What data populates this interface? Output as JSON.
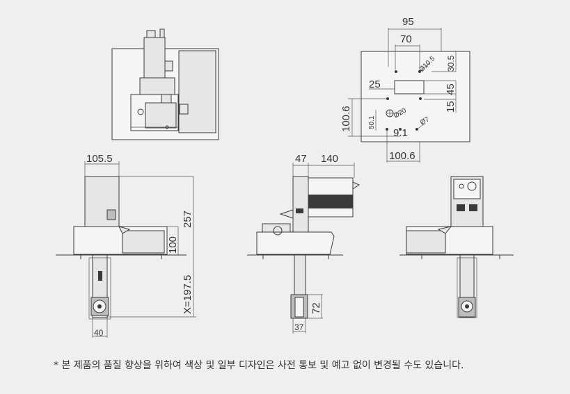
{
  "dimensions": {
    "w95": "95",
    "w70": "70",
    "hole_d10_5": "Ø10.5",
    "v30_5": "30.5",
    "w25": "25",
    "v45": "45",
    "v15": "15",
    "h100_6_vertical": "100.6",
    "hole_d20": "Ø20",
    "v50_1": "50.1",
    "hole_d7": "Ø7",
    "w9_1": "9.1",
    "w100_6": "100.6",
    "w105_5": "105.5",
    "h257": "257",
    "h100": "100",
    "x197_5": "X=197.5",
    "w40": "40",
    "w47": "47",
    "w140": "140",
    "h72": "72",
    "w37": "37"
  },
  "footnote": "* 본 제품의 품질 향상을 위하여 색상 및 일부 디자인은 사전 통보 및 예고 없이 변경될 수도 있습니다."
}
